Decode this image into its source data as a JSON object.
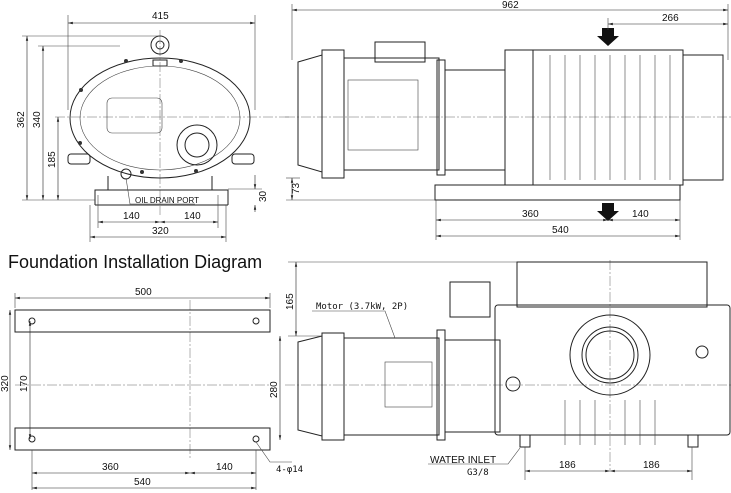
{
  "title": "Foundation Installation Diagram",
  "front_view": {
    "dim_width": "415",
    "dim_height_total": "362",
    "dim_height_body": "340",
    "dim_center_height": "185",
    "dim_base": "30",
    "dim_left": "140",
    "dim_right": "140",
    "dim_base_width": "320",
    "oil_drain_label": "OIL DRAIN PORT"
  },
  "side_view": {
    "dim_length": "962",
    "dim_inlet_offset": "266",
    "dim_bolt_left": "360",
    "dim_bolt_right": "140",
    "dim_base_length": "540",
    "dim_shaft_height": "73"
  },
  "foundation": {
    "dim_width": "500",
    "dim_depth": "320",
    "dim_inner": "170",
    "dim_left": "360",
    "dim_right": "140",
    "dim_total": "540",
    "hole_label": "4-φ14"
  },
  "top_view": {
    "dim_165": "165",
    "dim_280": "280",
    "motor_label": "Motor (3.7kW, 2P)",
    "water_inlet_label": "WATER INLET",
    "water_inlet_thread": "G3/8",
    "dim_left": "186",
    "dim_right": "186"
  }
}
